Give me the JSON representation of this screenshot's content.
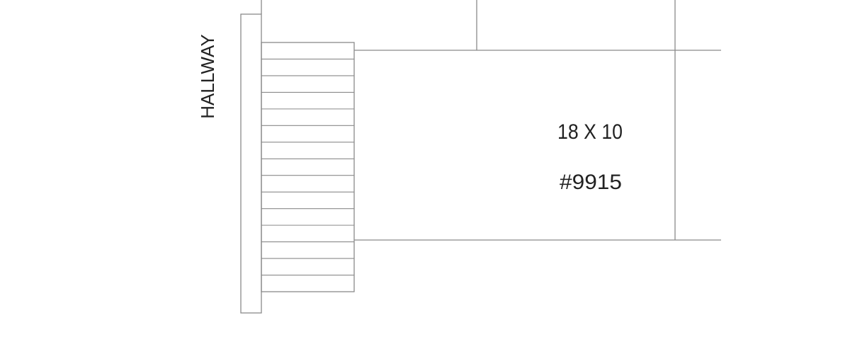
{
  "floor_plan": {
    "hallway_label": "HALLWAY",
    "room": {
      "dimensions": "18 X 10",
      "number": "#9915"
    },
    "stair": {
      "tread_count": 15
    },
    "colors": {
      "line": "#8a8a8a",
      "text": "#222222",
      "background": "#ffffff"
    }
  }
}
